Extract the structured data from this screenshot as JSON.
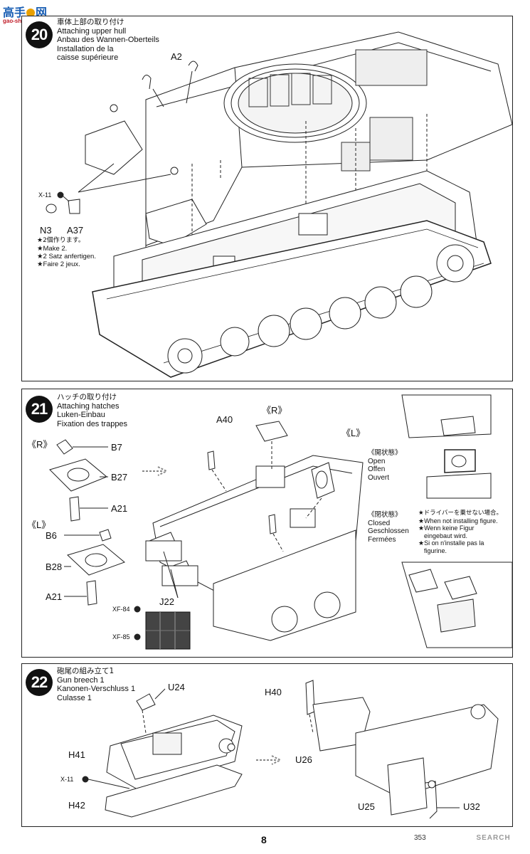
{
  "watermark": {
    "logo_chars": "高手",
    "logo_chars2": "网",
    "logo_url": "gao-shou.com"
  },
  "step20": {
    "number": "20",
    "title_jp": "車体上部の取り付け",
    "title_en": "Attaching upper hull",
    "title_de": "Anbau des Wannen-Oberteils",
    "title_fr1": "Installation de la",
    "title_fr2": "caisse supérieure",
    "labels": {
      "a2": "A2",
      "x11": "X-11",
      "n3": "N3",
      "a37": "A37"
    },
    "notes": [
      "★2個作ります。",
      "★Make 2.",
      "★2 Satz anfertigen.",
      "★Faire 2 jeux."
    ]
  },
  "step21": {
    "number": "21",
    "title_jp": "ハッチの取り付け",
    "title_en": "Attaching hatches",
    "title_de": "Luken-Einbau",
    "title_fr": "Fixation des trappes",
    "labels": {
      "r_left": "《R》",
      "b7": "B7",
      "b27": "B27",
      "a21a": "A21",
      "l_left": "《L》",
      "b6": "B6",
      "b28": "B28",
      "a21b": "A21",
      "a40": "A40",
      "r_mid": "《R》",
      "l_mid": "《L》",
      "j22": "J22",
      "xf84": "XF-84",
      "xf85": "XF-85"
    },
    "open": {
      "jp": "《開状態》",
      "en": "Open",
      "de": "Offen",
      "fr": "Ouvert"
    },
    "closed": {
      "jp": "《閉状態》",
      "en": "Closed",
      "de": "Geschlossen",
      "fr": "Fermées"
    },
    "closed_notes": [
      "★ドライバーを乗せない場合。",
      "★When not installing figure.",
      "★Wenn keine Figur",
      "eingebaut wird.",
      "★Si on n'installe pas la",
      "figurine."
    ]
  },
  "step22": {
    "number": "22",
    "title_jp": "砲尾の組み立て1",
    "title_en": "Gun breech 1",
    "title_de": "Kanonen-Verschluss 1",
    "title_fr": "Culasse 1",
    "labels": {
      "u24": "U24",
      "h41": "H41",
      "x11": "X-11",
      "h42": "H42",
      "h40": "H40",
      "u26": "U26",
      "u25": "U25",
      "u32": "U32"
    }
  },
  "footer": {
    "page": "8",
    "code": "353",
    "search": "SEARCH"
  }
}
